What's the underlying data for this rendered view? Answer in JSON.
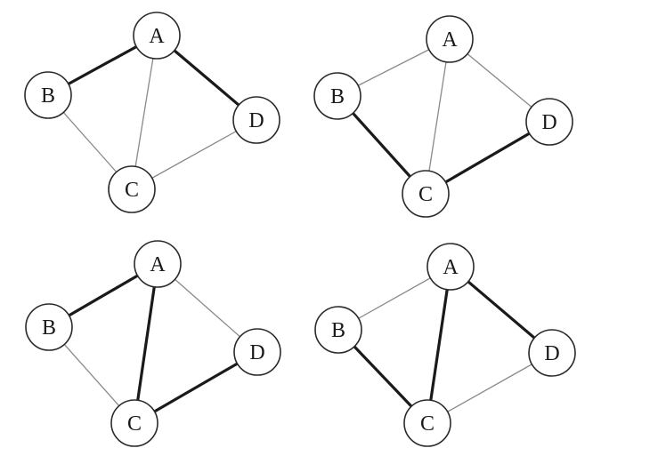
{
  "colors": {
    "thin_edge": "#8a8a8a",
    "thick_edge": "#1a1a1a",
    "node_stroke": "#2a2a2a",
    "node_fill": "#ffffff",
    "label": "#1a1a1a"
  },
  "graphs": [
    {
      "nodes": [
        {
          "id": "A",
          "label": "A"
        },
        {
          "id": "B",
          "label": "B"
        },
        {
          "id": "C",
          "label": "C"
        },
        {
          "id": "D",
          "label": "D"
        }
      ],
      "edges": [
        {
          "from": "A",
          "to": "B",
          "highlighted": true
        },
        {
          "from": "A",
          "to": "C",
          "highlighted": false
        },
        {
          "from": "A",
          "to": "D",
          "highlighted": true
        },
        {
          "from": "B",
          "to": "C",
          "highlighted": false
        },
        {
          "from": "C",
          "to": "D",
          "highlighted": false
        }
      ]
    },
    {
      "nodes": [
        {
          "id": "A",
          "label": "A"
        },
        {
          "id": "B",
          "label": "B"
        },
        {
          "id": "C",
          "label": "C"
        },
        {
          "id": "D",
          "label": "D"
        }
      ],
      "edges": [
        {
          "from": "A",
          "to": "B",
          "highlighted": false
        },
        {
          "from": "A",
          "to": "C",
          "highlighted": false
        },
        {
          "from": "A",
          "to": "D",
          "highlighted": false
        },
        {
          "from": "B",
          "to": "C",
          "highlighted": true
        },
        {
          "from": "C",
          "to": "D",
          "highlighted": true
        }
      ]
    },
    {
      "nodes": [
        {
          "id": "A",
          "label": "A"
        },
        {
          "id": "B",
          "label": "B"
        },
        {
          "id": "C",
          "label": "C"
        },
        {
          "id": "D",
          "label": "D"
        }
      ],
      "edges": [
        {
          "from": "A",
          "to": "B",
          "highlighted": true
        },
        {
          "from": "A",
          "to": "C",
          "highlighted": true
        },
        {
          "from": "A",
          "to": "D",
          "highlighted": false
        },
        {
          "from": "B",
          "to": "C",
          "highlighted": false
        },
        {
          "from": "C",
          "to": "D",
          "highlighted": true
        }
      ]
    },
    {
      "nodes": [
        {
          "id": "A",
          "label": "A"
        },
        {
          "id": "B",
          "label": "B"
        },
        {
          "id": "C",
          "label": "C"
        },
        {
          "id": "D",
          "label": "D"
        }
      ],
      "edges": [
        {
          "from": "A",
          "to": "B",
          "highlighted": false
        },
        {
          "from": "A",
          "to": "C",
          "highlighted": true
        },
        {
          "from": "A",
          "to": "D",
          "highlighted": true
        },
        {
          "from": "B",
          "to": "C",
          "highlighted": true
        },
        {
          "from": "C",
          "to": "D",
          "highlighted": false
        }
      ]
    }
  ]
}
